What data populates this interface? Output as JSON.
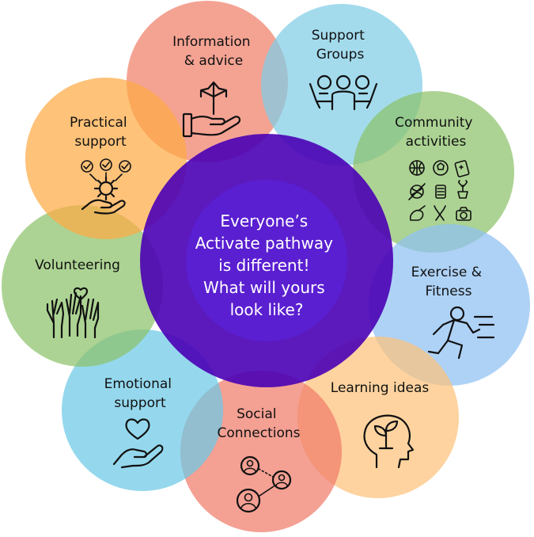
{
  "center": {
    "lines": [
      "Everyone’s",
      "Activate pathway",
      "is different!",
      "What will yours",
      "look like?"
    ],
    "ring_color": "#4a00b5",
    "core_color": "#5a1fd1"
  },
  "petals": [
    {
      "id": "information",
      "lines": [
        "Information",
        "& advice"
      ],
      "color": "#f0806a",
      "icon": "hand-arrows-icon"
    },
    {
      "id": "support-groups",
      "lines": [
        "Support",
        "Groups"
      ],
      "color": "#7fcde6",
      "icon": "group-people-icon"
    },
    {
      "id": "community",
      "lines": [
        "Community",
        "activities"
      ],
      "color": "#8cc26a",
      "icon": "activities-grid-icon"
    },
    {
      "id": "exercise",
      "lines": [
        "Exercise &",
        "Fitness"
      ],
      "color": "#8fc0f2",
      "icon": "running-person-icon"
    },
    {
      "id": "learning",
      "lines": [
        "Learning ideas"
      ],
      "color": "#fdc27a",
      "icon": "head-sprout-icon"
    },
    {
      "id": "social",
      "lines": [
        "Social",
        "Connections"
      ],
      "color": "#f07c6a",
      "icon": "connected-people-icon"
    },
    {
      "id": "emotional",
      "lines": [
        "Emotional",
        "support"
      ],
      "color": "#6cc9e6",
      "icon": "hand-heart-icon"
    },
    {
      "id": "volunteering",
      "lines": [
        "Volunteering"
      ],
      "color": "#8cc26a",
      "icon": "raised-hands-icon"
    },
    {
      "id": "practical",
      "lines": [
        "Practical",
        "support"
      ],
      "color": "#fdaa45",
      "icon": "hand-gear-icon"
    }
  ]
}
